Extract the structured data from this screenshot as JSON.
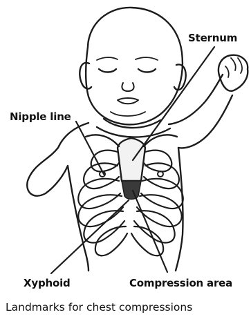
{
  "labels": {
    "sternum": "Sternum",
    "nipple_line": "Nipple line",
    "xyphoid": "Xyphoid",
    "compression_area": "Compression area"
  },
  "caption": "Landmarks for chest  compressions",
  "colors": {
    "line": "#1c1c1c",
    "compression_fill": "#3a3a3a",
    "sternum_fill": "#f2f2f2",
    "background": "#ffffff"
  }
}
